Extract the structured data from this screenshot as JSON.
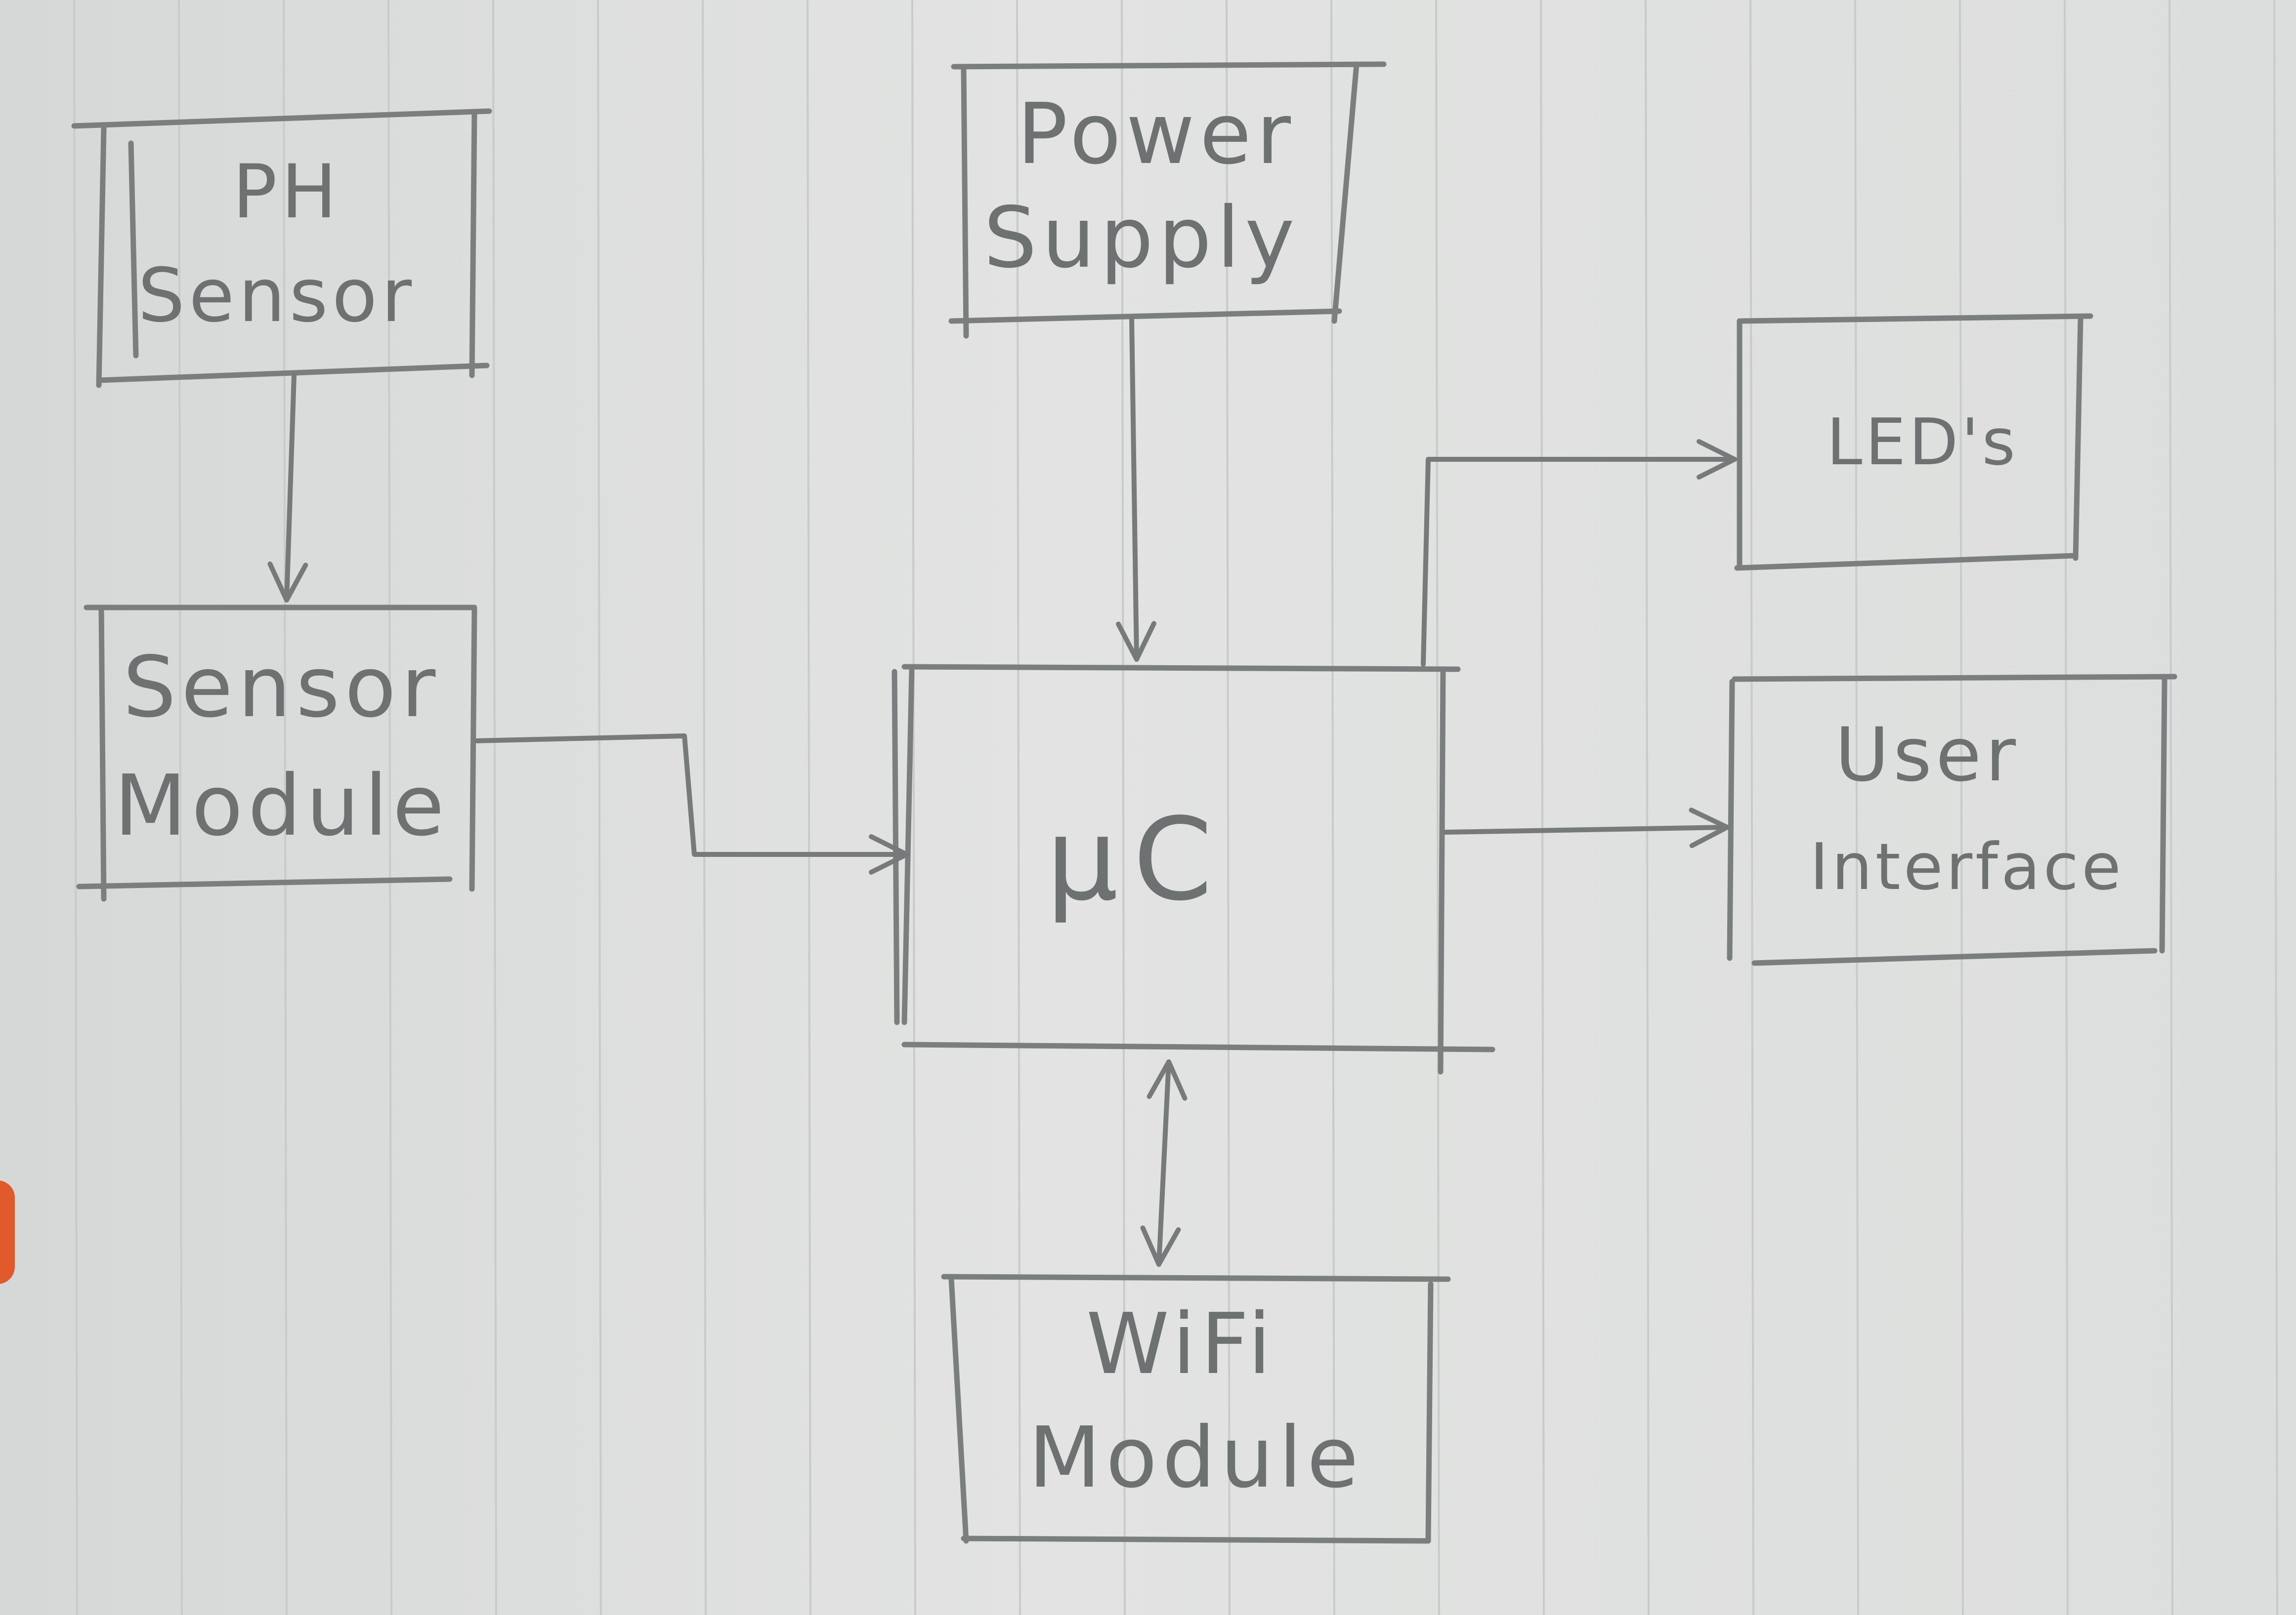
{
  "blocks": {
    "ph_sensor": {
      "line1": "PH",
      "line2": "Sensor"
    },
    "power_supply": {
      "line1": "Power",
      "line2": "Supply"
    },
    "sensor_module": {
      "line1": "Sensor",
      "line2": "Module"
    },
    "microcontroller": {
      "label": "μC"
    },
    "leds": {
      "label": "LED's"
    },
    "user_interface": {
      "line1": "User",
      "line2": "Interface"
    },
    "wifi_module": {
      "line1": "WiFi",
      "line2": "Module"
    }
  },
  "connections": [
    {
      "from": "PH Sensor",
      "to": "Sensor Module",
      "direction": "one-way"
    },
    {
      "from": "Sensor Module",
      "to": "μC",
      "direction": "one-way"
    },
    {
      "from": "Power Supply",
      "to": "μC",
      "direction": "one-way"
    },
    {
      "from": "μC",
      "to": "LED's",
      "direction": "one-way"
    },
    {
      "from": "μC",
      "to": "User Interface",
      "direction": "one-way"
    },
    {
      "from": "μC",
      "to": "WiFi Module",
      "direction": "two-way"
    }
  ],
  "colors": {
    "paper": "#dcdedd",
    "ruling": "#c8cbcb",
    "pencil": "#7b7e7e"
  }
}
